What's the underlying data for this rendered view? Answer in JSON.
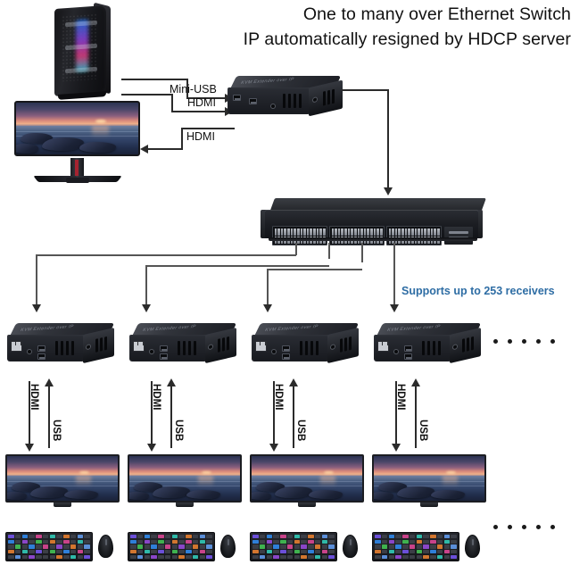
{
  "diagram": {
    "title_lines": [
      "One to many over Ethernet Switch",
      "IP automatically resigned by HDCP server"
    ],
    "note": {
      "text": "Supports up to 253 receivers",
      "color": "#2e6da4"
    },
    "source": {
      "pc_name": "desktop-pc-tower",
      "monitor_name": "source-monitor"
    },
    "transmitter": {
      "label": "KVM Extender over IP",
      "cables": [
        {
          "label": "Mini-USB"
        },
        {
          "label": "HDMI"
        },
        {
          "label": "HDMI"
        }
      ]
    },
    "switch": {
      "name": "ethernet-switch",
      "port_groups": [
        16,
        16,
        16
      ],
      "downlinks": 4
    },
    "receivers": [
      {
        "label": "KVM Extender over IP",
        "hdmi": "HDMI",
        "usb": "USB"
      },
      {
        "label": "KVM Extender over IP",
        "hdmi": "HDMI",
        "usb": "USB"
      },
      {
        "label": "KVM Extender over IP",
        "hdmi": "HDMI",
        "usb": "USB"
      },
      {
        "label": "KVM Extender over IP",
        "hdmi": "HDMI",
        "usb": "USB"
      }
    ],
    "clients": [
      {
        "monitor": "client-monitor",
        "peripherals": "keyboard-and-mouse"
      },
      {
        "monitor": "client-monitor",
        "peripherals": "keyboard-and-mouse"
      },
      {
        "monitor": "client-monitor",
        "peripherals": "keyboard-and-mouse"
      },
      {
        "monitor": "client-monitor",
        "peripherals": "keyboard-and-mouse"
      }
    ],
    "continuation": {
      "dots": 5
    }
  }
}
